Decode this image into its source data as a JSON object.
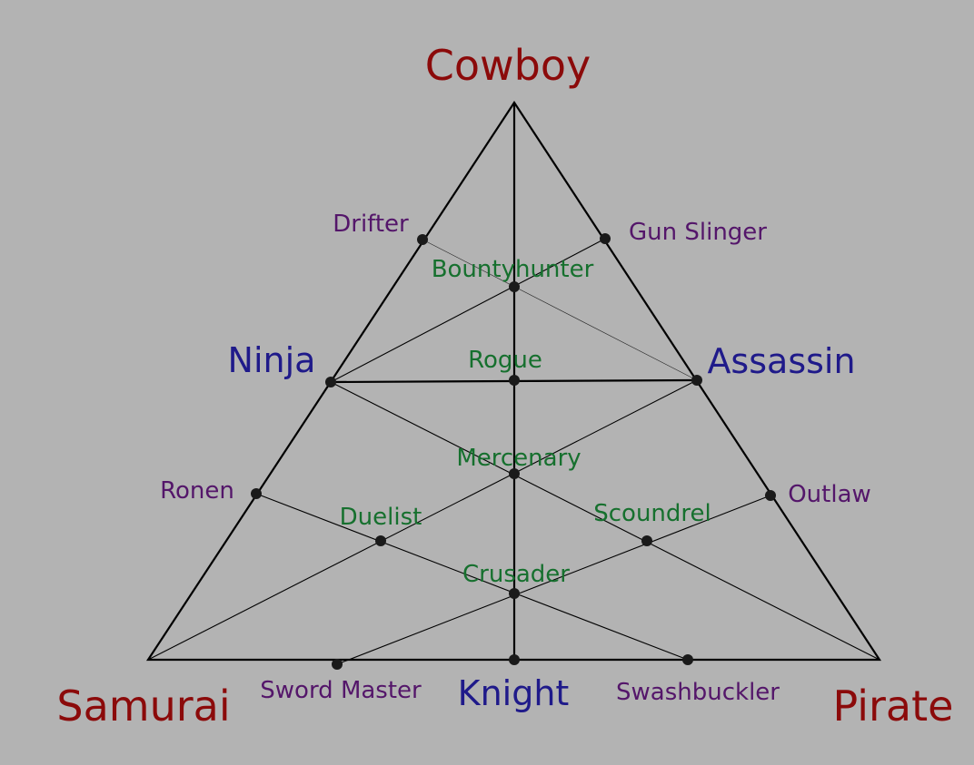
{
  "corners": {
    "top": "Cowboy",
    "left": "Samurai",
    "right": "Pirate"
  },
  "midpoints": {
    "left": "Ninja",
    "right": "Assassin",
    "bottom": "Knight"
  },
  "outer_nodes": {
    "drifter": "Drifter",
    "gun_slinger": "Gun Slinger",
    "ronen": "Ronen",
    "outlaw": "Outlaw",
    "sword_master": "Sword Master",
    "swashbuckler": "Swashbuckler"
  },
  "inner_nodes": {
    "bountyhunter": "Bountyhunter",
    "rogue": "Rogue",
    "mercenary": "Mercenary",
    "duelist": "Duelist",
    "scoundrel": "Scoundrel",
    "crusader": "Crusader"
  },
  "colors": {
    "corner": "#8b0a0a",
    "midpoint": "#1f1a8a",
    "outer": "#54166a",
    "inner": "#16702e",
    "background": "#b3b3b3"
  }
}
